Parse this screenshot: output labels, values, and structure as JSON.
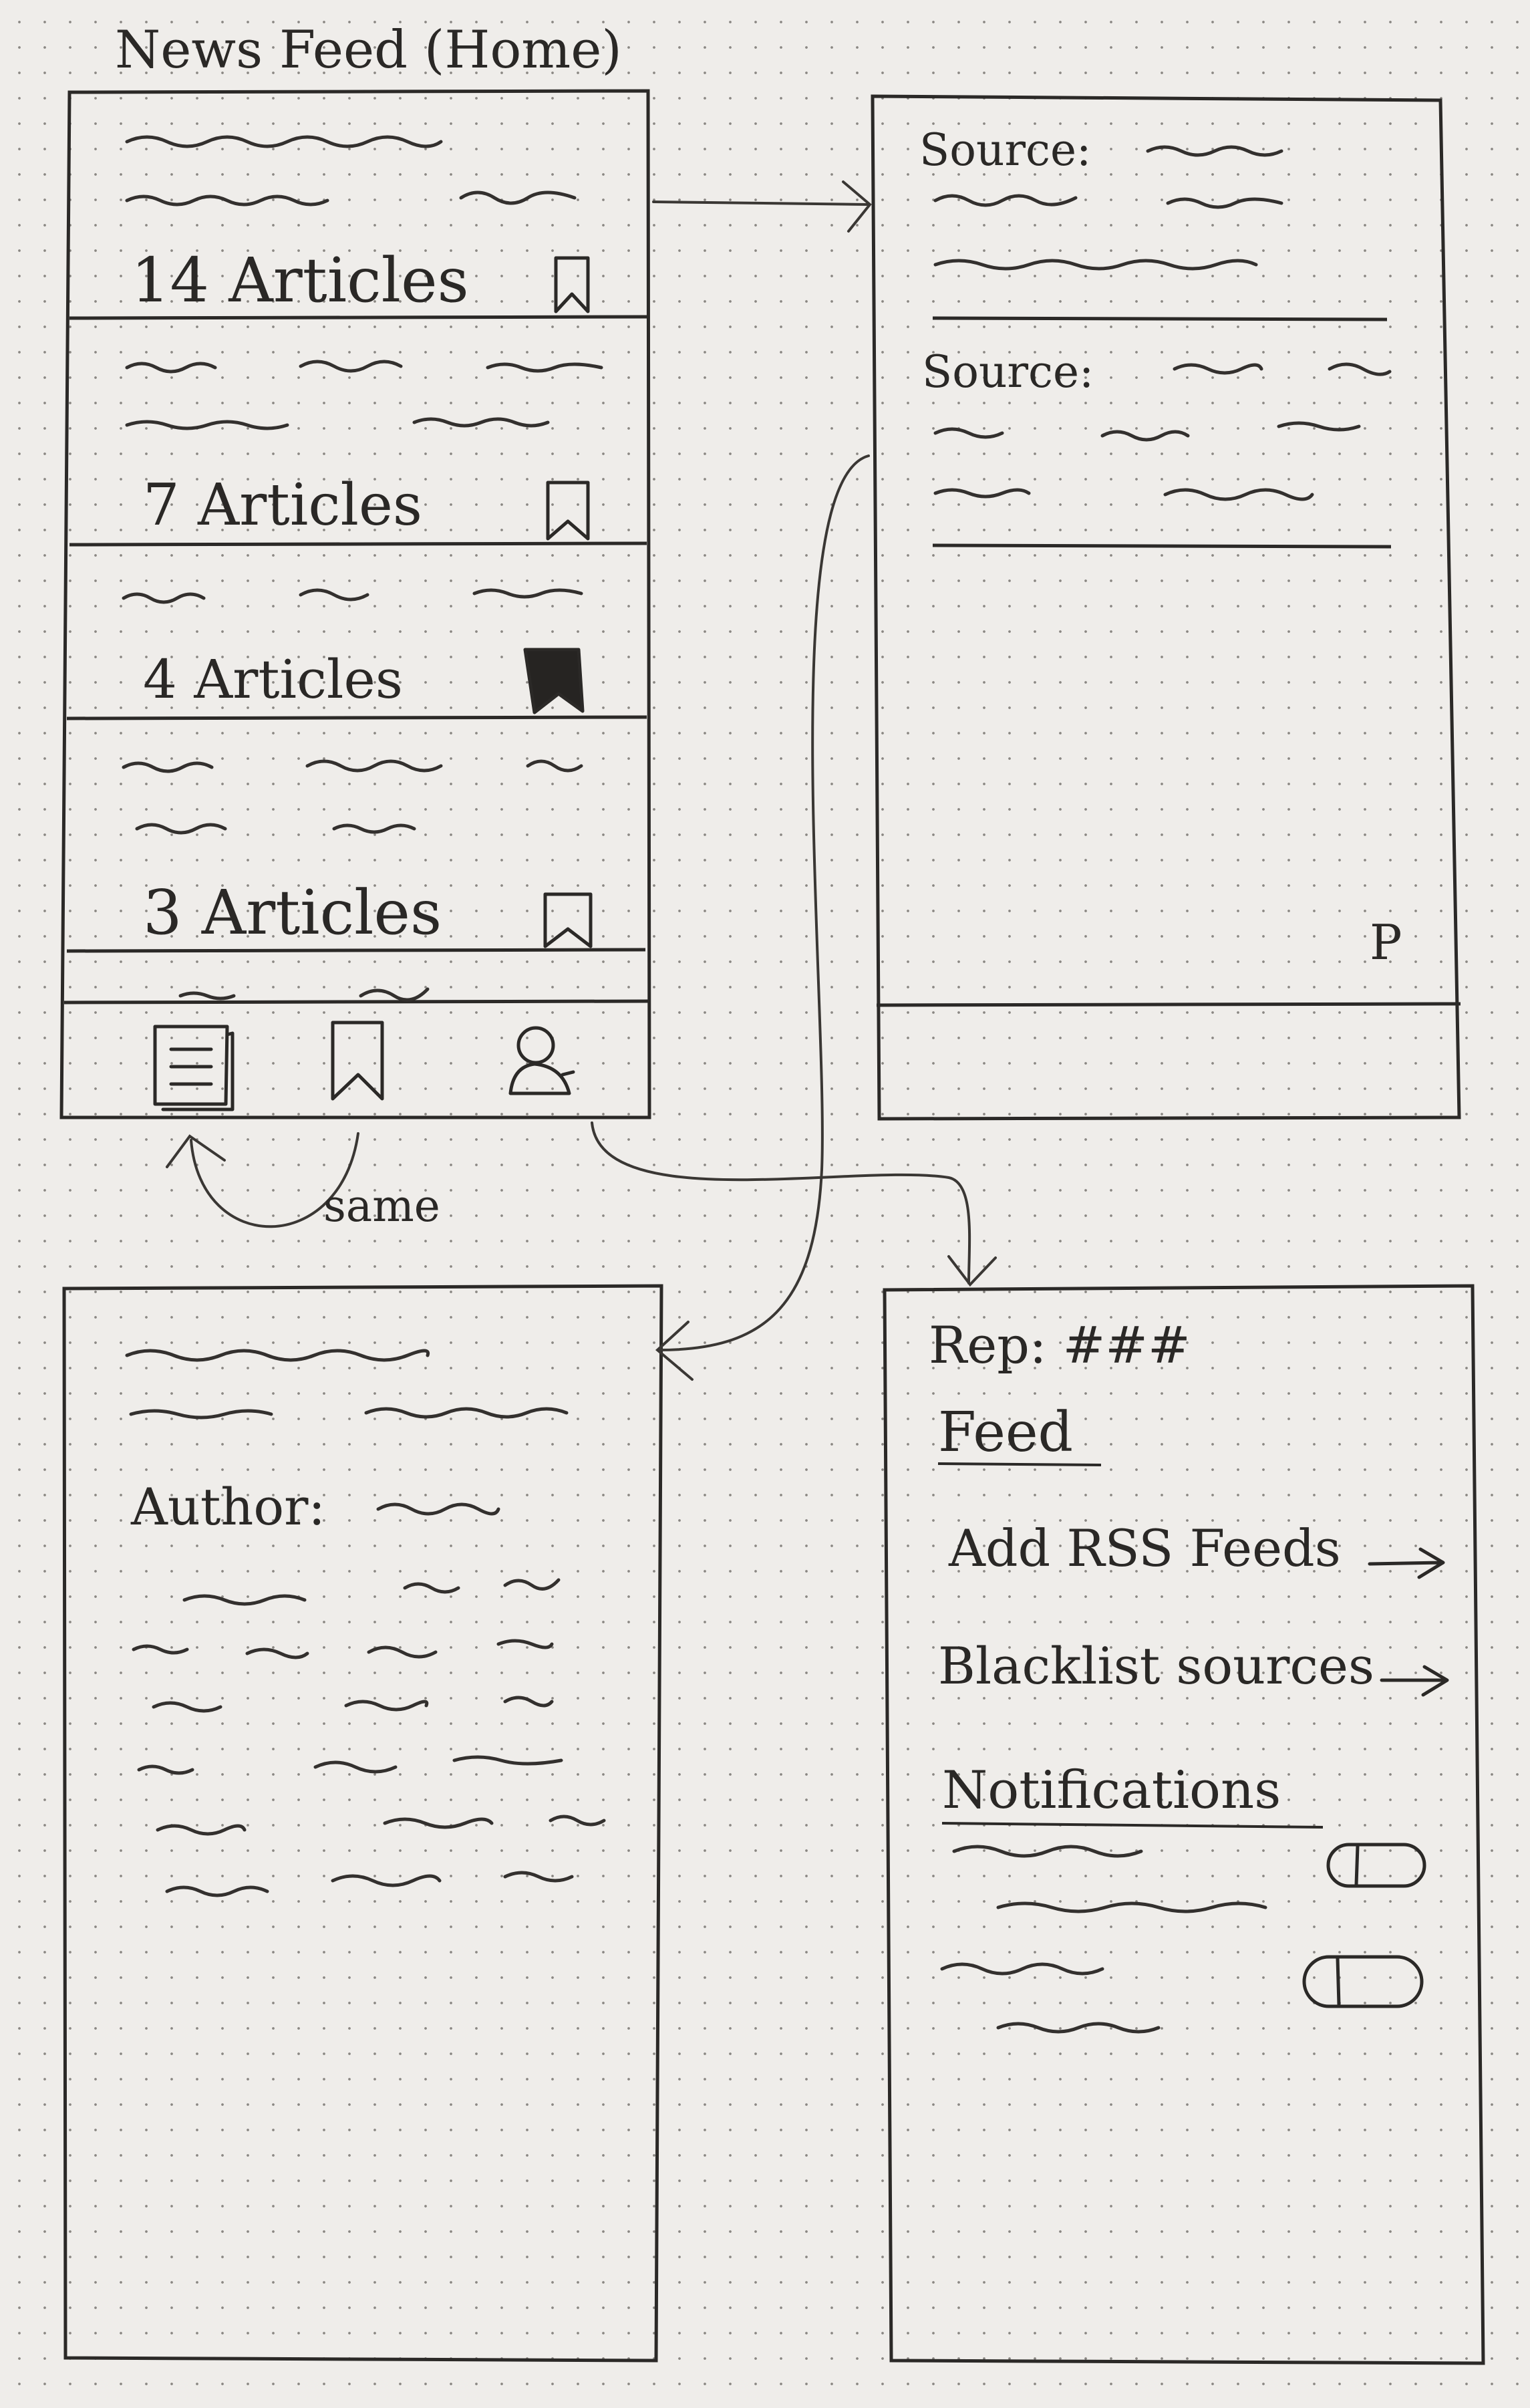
{
  "home": {
    "title": "News Feed (Home)",
    "groups": [
      {
        "count_label": "14 Articles",
        "bookmarked": false
      },
      {
        "count_label": "7 Articles",
        "bookmarked": false
      },
      {
        "count_label": "4 Articles",
        "bookmarked": true
      },
      {
        "count_label": "3 Articles",
        "bookmarked": false
      }
    ],
    "tabs": [
      "feed-icon",
      "bookmark-icon",
      "profile-icon"
    ]
  },
  "sources": {
    "items": [
      {
        "label": "Source:"
      },
      {
        "label": "Source:"
      }
    ],
    "corner_label": "P"
  },
  "article": {
    "author_label": "Author:"
  },
  "settings": {
    "rep_label": "Rep: ###",
    "feed_heading": "Feed",
    "add_rss_label": "Add RSS Feeds",
    "blacklist_label": "Blacklist sources",
    "notifications_heading": "Notifications"
  },
  "annotations": {
    "same_label": "same"
  },
  "colors": {
    "paper": "#efedea",
    "ink": "#2b2927"
  }
}
